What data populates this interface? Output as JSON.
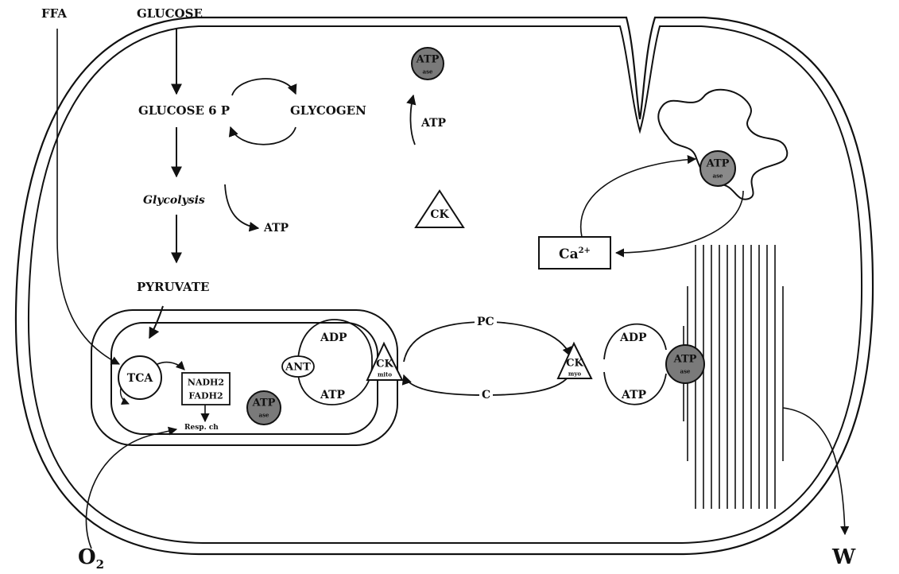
{
  "labels": {
    "ffa": "FFA",
    "glucose": "GLUCOSE",
    "glucose6p": "GLUCOSE 6 P",
    "glycogen": "GLYCOGEN",
    "glycolysis": "Glycolysis",
    "atp_glycolysis": "ATP",
    "pyruvate": "PYRUVATE",
    "ck_cytosol": "CK",
    "atp_top": "ATP",
    "atpase_top_a": "ATP",
    "atpase_top_b": "ase",
    "atpase_sr_a": "ATP",
    "atpase_sr_b": "ase",
    "calcium_base": "Ca",
    "calcium_sup": "2+",
    "tca": "TCA",
    "nadh2": "NADH2",
    "fadh2": "FADH2",
    "resp_chain": "Resp. ch",
    "atpase_mito_a": "ATP",
    "atpase_mito_b": "ase",
    "ant": "ANT",
    "adp_mito": "ADP",
    "atp_mito": "ATP",
    "ck_mito_a": "CK",
    "ck_mito_b": "mito",
    "pc": "PC",
    "c": "C",
    "ck_myo_a": "CK",
    "ck_myo_b": "myo",
    "adp_myo": "ADP",
    "atp_myo": "ATP",
    "atpase_myo_a": "ATP",
    "atpase_myo_b": "ase",
    "oxygen_base": "O",
    "oxygen_sub": "2",
    "work": "W"
  },
  "colors": {
    "ink": "#111111",
    "atpase_fill": "#7a7a7a",
    "background": "#ffffff"
  }
}
